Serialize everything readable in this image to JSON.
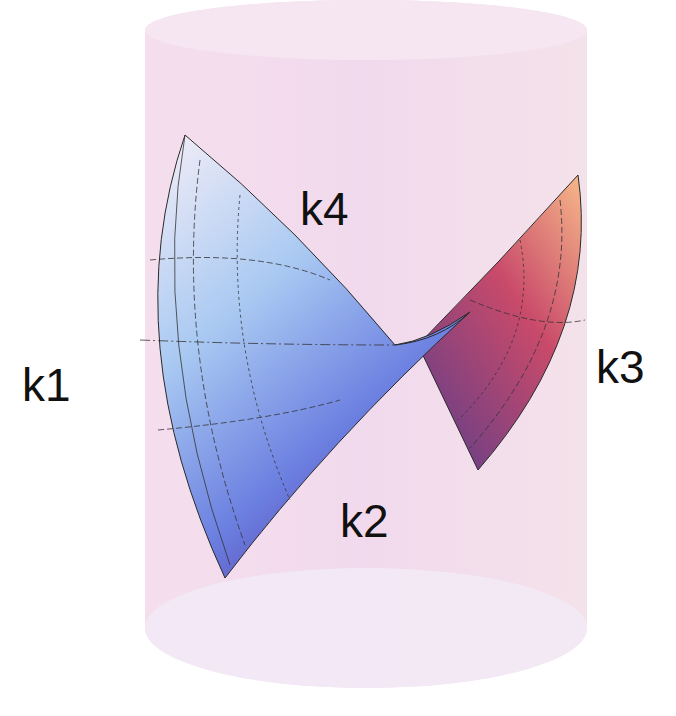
{
  "diagram": {
    "labels": [
      "k4",
      "k1",
      "k3",
      "k2"
    ]
  }
}
